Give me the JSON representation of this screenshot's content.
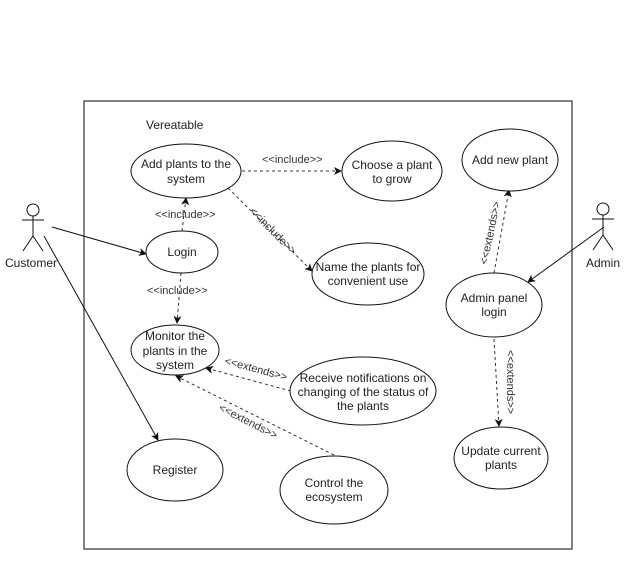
{
  "system": {
    "title": "Vereatable"
  },
  "actors": [
    {
      "id": "customer",
      "name": "Customer"
    },
    {
      "id": "admin",
      "name": "Admin"
    }
  ],
  "use_cases": [
    {
      "id": "add-plants",
      "lines": [
        "Add plants to the",
        "system"
      ]
    },
    {
      "id": "choose-plant",
      "lines": [
        "Choose a plant",
        "to grow"
      ]
    },
    {
      "id": "name-plants",
      "lines": [
        "Name the plants for",
        "convenient use"
      ]
    },
    {
      "id": "login",
      "lines": [
        "Login"
      ]
    },
    {
      "id": "monitor",
      "lines": [
        "Monitor the",
        "plants in the",
        "system"
      ]
    },
    {
      "id": "receive-notifications",
      "lines": [
        "Receive notifications on",
        "changing of the status of",
        "the plants"
      ]
    },
    {
      "id": "register",
      "lines": [
        "Register"
      ]
    },
    {
      "id": "control-ecosystem",
      "lines": [
        "Control the",
        "ecosystem"
      ]
    },
    {
      "id": "add-new-plant",
      "lines": [
        "Add new plant"
      ]
    },
    {
      "id": "admin-login",
      "lines": [
        "Admin panel",
        "login"
      ]
    },
    {
      "id": "update-plants",
      "lines": [
        "Update current",
        "plants"
      ]
    }
  ],
  "relations": [
    {
      "from": "add-plants",
      "to": "choose-plant",
      "label": "<<include>>"
    },
    {
      "from": "add-plants",
      "to": "name-plants",
      "label": "<<include>>"
    },
    {
      "from": "login",
      "to": "add-plants",
      "label": "<<include>>"
    },
    {
      "from": "login",
      "to": "monitor",
      "label": "<<include>>"
    },
    {
      "from": "receive-notifications",
      "to": "monitor",
      "label": "<<extends>>"
    },
    {
      "from": "control-ecosystem",
      "to": "monitor",
      "label": "<<extends>>"
    },
    {
      "from": "admin-login",
      "to": "add-new-plant",
      "label": "<<extends>>"
    },
    {
      "from": "admin-login",
      "to": "update-plants",
      "label": "<<extends>>"
    }
  ],
  "associations": [
    {
      "from": "customer",
      "to": "login"
    },
    {
      "from": "customer",
      "to": "register"
    },
    {
      "from": "admin",
      "to": "admin-login"
    }
  ]
}
